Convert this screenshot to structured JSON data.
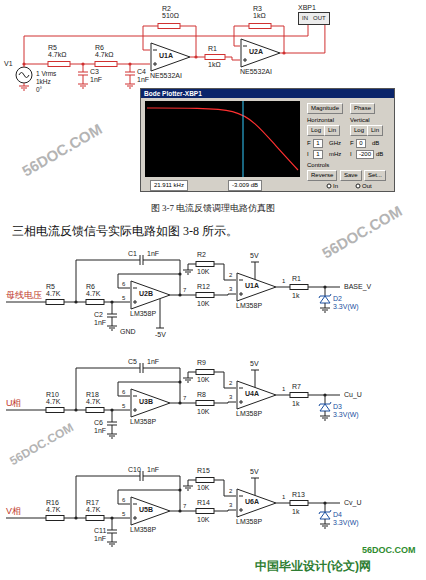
{
  "diagram": {
    "caption": "图 3-7 电流反馈调理电路仿真图",
    "nodes": [
      {
        "text": [
          "U1A",
          "NE5532AI"
        ]
      },
      {
        "text": [
          "U2A",
          "NE5532AI"
        ]
      },
      {
        "text": [
          "XBP1",
          "IN",
          "OUT"
        ]
      },
      {
        "text": [
          "Bode Plotter-XBP1"
        ]
      },
      {
        "text": [
          "Magnitude"
        ],
        "in": 3
      },
      {
        "text": [
          "Phase"
        ],
        "in": 3
      },
      {
        "text": [
          "Log"
        ],
        "in": 3
      },
      {
        "text": [
          "Lin"
        ],
        "in": 3
      },
      {
        "text": [
          "Log"
        ],
        "in": 3
      },
      {
        "text": [
          "Lin"
        ],
        "in": 3
      },
      {
        "text": [
          "1"
        ],
        "in": 3
      },
      {
        "text": [
          "0"
        ],
        "in": 3
      },
      {
        "text": [
          "1"
        ],
        "in": 3
      },
      {
        "text": [
          "-200"
        ],
        "in": 3
      },
      {
        "text": [
          "Reverse"
        ],
        "in": 3
      },
      {
        "text": [
          "Save"
        ],
        "in": 3
      },
      {
        "text": [
          "Set..."
        ],
        "in": 3
      },
      {
        "text": [
          "21.911 kHz"
        ],
        "in": 3
      },
      {
        "text": [
          "-3.009 dB"
        ],
        "in": 3
      },
      {
        "text": [
          "U2B",
          "LM358P"
        ]
      },
      {
        "text": [
          "U1A",
          "LM358P"
        ]
      },
      {
        "text": [
          "U3B",
          "LM358P"
        ]
      },
      {
        "text": [
          "U4A",
          "LM358P"
        ]
      },
      {
        "text": [
          "U5B",
          "LM358P"
        ]
      },
      {
        "text": [
          "U6A",
          "LM358P"
        ]
      }
    ],
    "edges": [
      {
        "from": 0,
        "to": 1,
        "arrow": "none"
      },
      {
        "from": 1,
        "to": 2,
        "arrow": "none"
      },
      {
        "from": 19,
        "to": 20,
        "arrow": "none"
      },
      {
        "from": 21,
        "to": 22,
        "arrow": "none"
      },
      {
        "from": 23,
        "to": 24,
        "arrow": "none"
      }
    ],
    "labels": [
      "V1",
      "1 Vrms",
      "1kHz",
      "0°",
      "R5",
      "4.7kΩ",
      "R6",
      "4.7kΩ",
      "C3",
      "1nF",
      "C4",
      "1nF",
      "R2",
      "510Ω",
      "R1",
      "1kΩ",
      "R3",
      "1kΩ",
      "Horizontal",
      "Vertical",
      "F",
      "GHz",
      "F",
      "dB",
      "I",
      "mHz",
      "I",
      "dB",
      "Controls",
      "In",
      "Out",
      "三相电流反馈信号实际电路如图 3-8 所示。",
      "母线电压",
      "R5",
      "4.7K",
      "R6",
      "4.7K",
      "C1",
      "1nF",
      "C2",
      "1nF",
      "6",
      "5",
      "7",
      "R12",
      "10K",
      "R2",
      "10K",
      "5V",
      "2",
      "3",
      "1",
      "R1",
      "1k",
      "BASE_V",
      "D2",
      "3.3V(W)",
      "GND",
      "-5V",
      "U相",
      "R10",
      "4.7K",
      "R18",
      "4.7K",
      "C5",
      "1nF",
      "C6",
      "1nF",
      "6",
      "5",
      "7",
      "R8",
      "10K",
      "R9",
      "10K",
      "5V",
      "2",
      "3",
      "1",
      "R7",
      "1k",
      "Cu_U",
      "D3",
      "3.3V(W)",
      "V相",
      "R16",
      "4.7K",
      "R17",
      "4.7K",
      "C10",
      "1nF",
      "C11",
      "1nF",
      "6",
      "5",
      "7",
      "R14",
      "10K",
      "R15",
      "10K",
      "5V",
      "2",
      "3",
      "1",
      "R13",
      "1k",
      "Cv_U",
      "D4",
      "3.3V(W)",
      "56DOC.COM",
      "56DOC.COM",
      "56DOC.COM",
      "56DOC.COM",
      "中国毕业设计(论文)网"
    ]
  }
}
